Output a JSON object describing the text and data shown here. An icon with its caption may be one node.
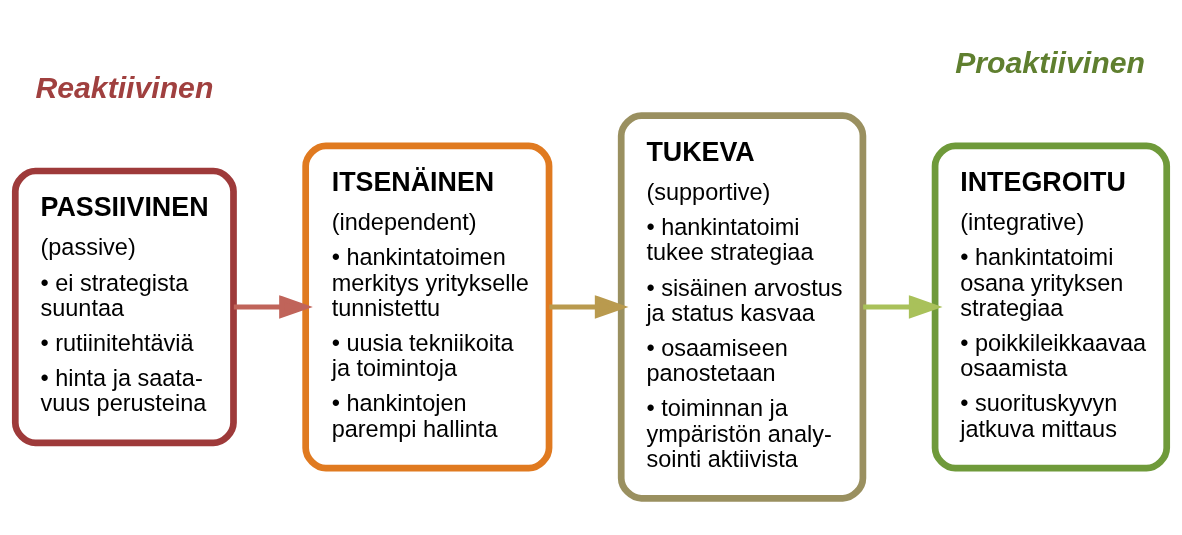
{
  "diagram": {
    "nodes": [
      {
        "text": [
          "PASSIIVINEN",
          "(passive)",
          "• ei strategista suuntaa",
          "• rutiinitehtäviä",
          "• hinta ja saata- vuus perusteina"
        ]
      },
      {
        "text": [
          "ITSENÄINEN",
          "(independent)",
          "• hankintatoimen merkitys yritykselle tunnistettu",
          "• uusia tekniikoita ja toimintoja",
          "• hankintojen parempi hallinta"
        ]
      },
      {
        "text": [
          "TUKEVA",
          "(supportive)",
          "• hankintatoimi tukee strategiaa",
          "• sisäinen arvostus ja status kasvaa",
          "• osaamiseen panostetaan",
          "• toiminnan ja ympäristön analy- sointi aktiivista"
        ]
      },
      {
        "text": [
          "INTEGROITU",
          "(integrative)",
          "• hankintatoimi osana yrityksen strategiaa",
          "• poikkileikkaavaa osaamista",
          "• suorituskyvyn jatkuva mittaus"
        ]
      }
    ],
    "edges": [
      {
        "from": 0,
        "to": 1,
        "arrow": "to",
        "color": "#c0645a"
      },
      {
        "from": 1,
        "to": 2,
        "arrow": "to",
        "color": "#b99a4e"
      },
      {
        "from": 2,
        "to": 3,
        "arrow": "to",
        "color": "#a9c15a"
      }
    ],
    "labels": [
      "Proaktiivinen",
      "Reaktiivinen"
    ]
  }
}
